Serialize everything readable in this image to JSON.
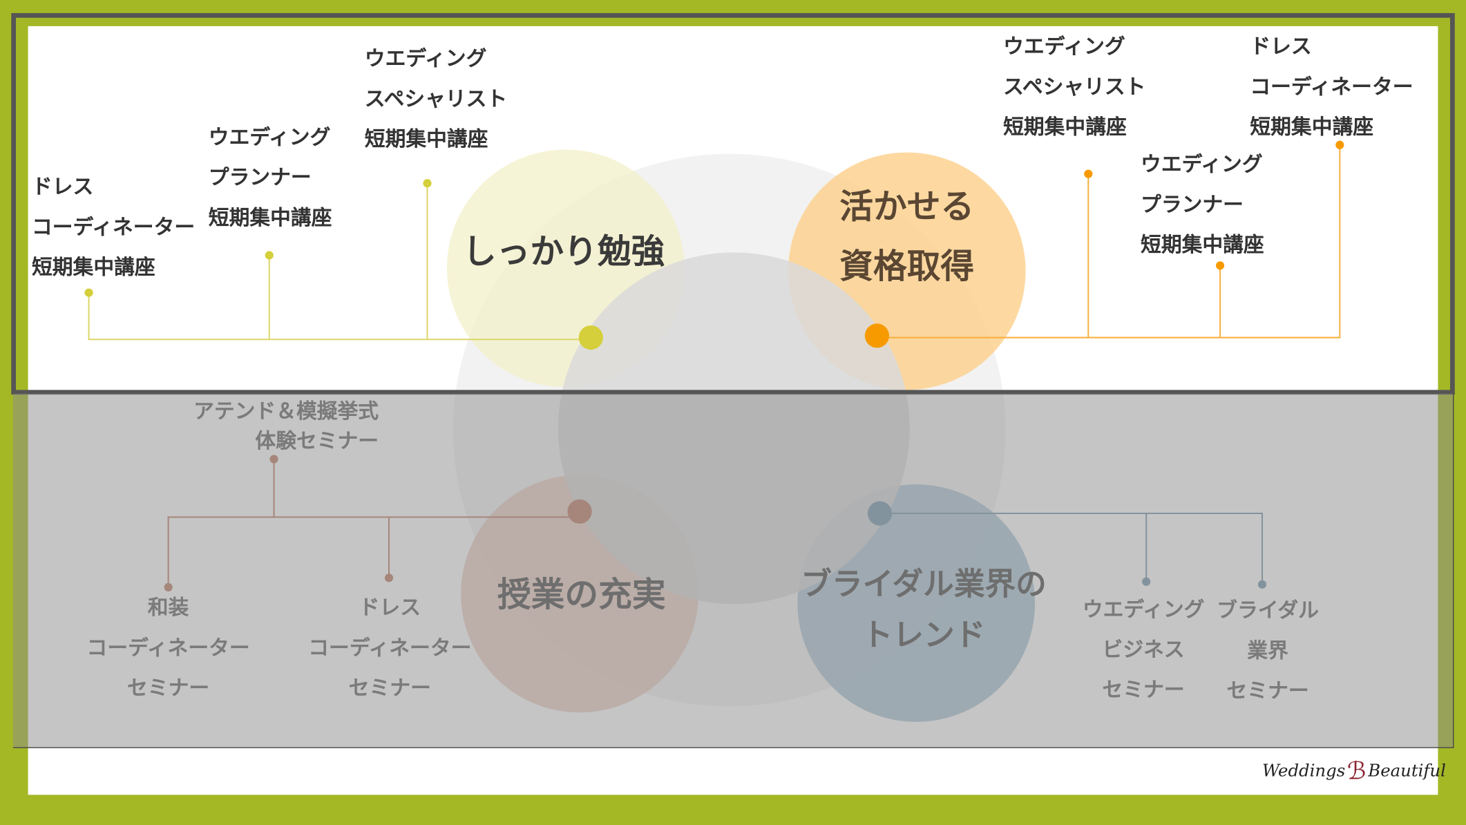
{
  "colors": {
    "background": "#a4b826",
    "yellow": "#d4cf3a",
    "orange": "#f79a00",
    "red": "#c0806a",
    "blue": "#7a9bb0"
  },
  "circles": {
    "study": {
      "title": "しっかり勉強"
    },
    "qualification": {
      "lines": [
        "活かせる",
        "資格取得"
      ]
    },
    "classes": {
      "title": "授業の充実"
    },
    "trend": {
      "lines": [
        "ブライダル業界の",
        "トレンド"
      ]
    }
  },
  "study_items": [
    {
      "lines": [
        "ドレス",
        "コーディネーター",
        "短期集中講座"
      ]
    },
    {
      "lines": [
        "ウエディング",
        "プランナー",
        "短期集中講座"
      ]
    },
    {
      "lines": [
        "ウエディング",
        "スペシャリスト",
        "短期集中講座"
      ]
    }
  ],
  "qualification_items": [
    {
      "lines": [
        "ウエディング",
        "スペシャリスト",
        "短期集中講座"
      ]
    },
    {
      "lines": [
        "ウエディング",
        "プランナー",
        "短期集中講座"
      ]
    },
    {
      "lines": [
        "ドレス",
        "コーディネーター",
        "短期集中講座"
      ]
    }
  ],
  "classes_items": [
    {
      "lines": [
        "アテンド＆模擬挙式",
        "体験セミナー"
      ]
    },
    {
      "lines": [
        "和装",
        "コーディネーター",
        "セミナー"
      ]
    },
    {
      "lines": [
        "ドレス",
        "コーディネーター",
        "セミナー"
      ]
    }
  ],
  "trend_items": [
    {
      "lines": [
        "ウエディング",
        "ビジネス",
        "セミナー"
      ]
    },
    {
      "lines": [
        "ブライダル",
        "業界",
        "セミナー"
      ]
    }
  ],
  "logo": {
    "left": "Weddings",
    "right": "Beautiful"
  }
}
